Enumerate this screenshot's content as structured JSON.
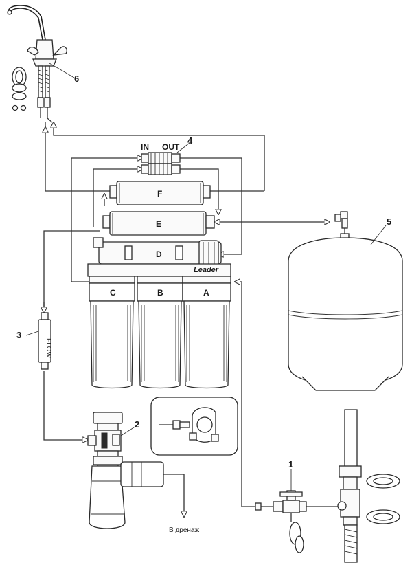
{
  "labels": {
    "num_1": "1",
    "num_2": "2",
    "num_3": "3",
    "num_4": "4",
    "num_5": "5",
    "num_6": "6",
    "filter_a": "A",
    "filter_b": "B",
    "filter_c": "C",
    "filter_d": "D",
    "filter_e": "E",
    "filter_f": "F",
    "in": "IN",
    "out": "OUT",
    "flow": "FLOW",
    "brand": "Leader",
    "drain": "В дренаж"
  },
  "colors": {
    "line": "#333333",
    "fill": "#fafafa"
  }
}
